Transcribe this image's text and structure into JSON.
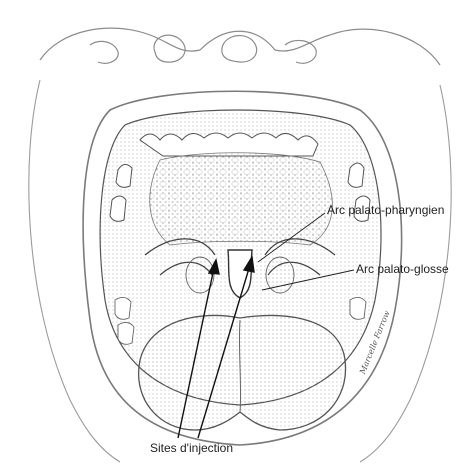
{
  "labels": {
    "arc_palato_pharyngien": "Arc palato-pharyngien",
    "arc_palato_glosse": "Arc palato-glosse",
    "sites_injection": "Sites d'injection"
  },
  "illustration": {
    "subject": "open mouth showing palatine arches",
    "signature": "Marcelle Farrow",
    "colors": {
      "ink": "#2a2a2a",
      "shading": "#9a9a9a",
      "paper": "#ffffff"
    }
  }
}
